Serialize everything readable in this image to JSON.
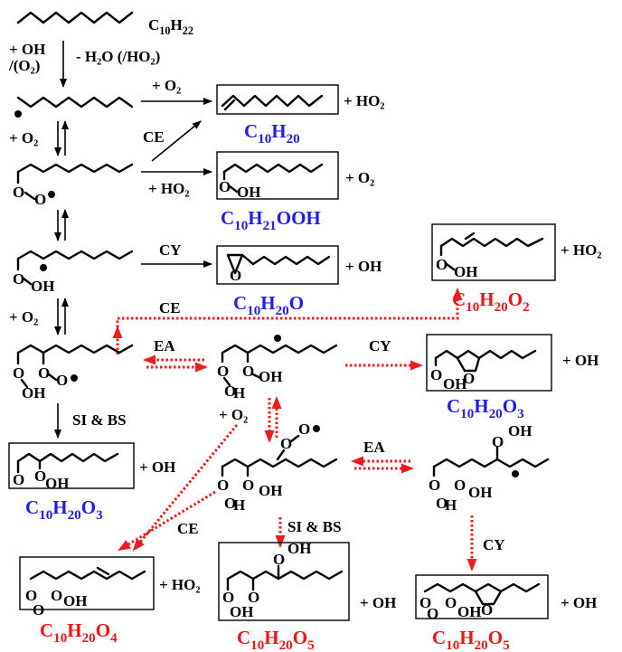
{
  "reactant": {
    "formula": "C10H22",
    "base": "C",
    "n1": "10",
    "h": "H",
    "n2": "22"
  },
  "molecule_atoms": {
    "o": "O",
    "oh": "OH"
  },
  "step1": {
    "left": "+ OH\n/(O₂)",
    "right": "- H₂O (/HO₂)"
  },
  "arrow_labels": {
    "o2": "+ O₂",
    "ce": "CE",
    "ho2": "+ HO₂",
    "cy": "CY",
    "ea": "EA",
    "si_bs": "SI & BS"
  },
  "coproducts": {
    "ho2": "+ HO₂",
    "o2": "+ O₂",
    "oh": "+ OH"
  },
  "products": [
    {
      "id": "p1",
      "color": "#1d1df0",
      "parts": [
        "C",
        "10",
        "H",
        "20",
        "",
        ""
      ]
    },
    {
      "id": "p2",
      "color": "#1d1df0",
      "parts": [
        "C",
        "10",
        "H",
        "21",
        "OOH",
        ""
      ]
    },
    {
      "id": "p3",
      "color": "#1d1df0",
      "parts": [
        "C",
        "10",
        "H",
        "20",
        "O",
        ""
      ]
    },
    {
      "id": "p4",
      "color": "#f01414",
      "parts": [
        "C",
        "10",
        "H",
        "20",
        "O",
        "2"
      ]
    },
    {
      "id": "p5",
      "color": "#1d1df0",
      "parts": [
        "C",
        "10",
        "H",
        "20",
        "O",
        "3"
      ]
    },
    {
      "id": "p6",
      "color": "#1d1df0",
      "parts": [
        "C",
        "10",
        "H",
        "20",
        "O",
        "3"
      ]
    },
    {
      "id": "p7",
      "color": "#f01414",
      "parts": [
        "C",
        "10",
        "H",
        "20",
        "O",
        "4"
      ]
    },
    {
      "id": "p8",
      "color": "#f01414",
      "parts": [
        "C",
        "10",
        "H",
        "20",
        "O",
        "5"
      ]
    },
    {
      "id": "p9",
      "color": "#f01414",
      "parts": [
        "C",
        "10",
        "H",
        "20",
        "O",
        "5"
      ]
    }
  ],
  "colors": {
    "black_arrow": "#000000",
    "red_dotted_arrow": "#ee1c1c",
    "blue_formula": "#1d1df0",
    "red_formula": "#f01414"
  }
}
